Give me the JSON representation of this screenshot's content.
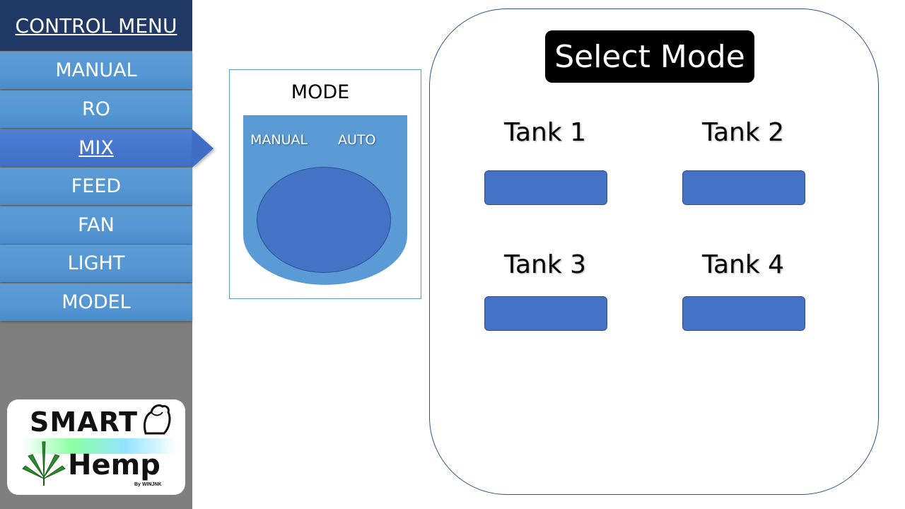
{
  "sidebar": {
    "header": "CONTROL MENU",
    "items": [
      {
        "label": "MANUAL"
      },
      {
        "label": "RO"
      },
      {
        "label": "MIX"
      },
      {
        "label": "FEED"
      },
      {
        "label": "FAN"
      },
      {
        "label": "LIGHT"
      },
      {
        "label": "MODEL"
      }
    ],
    "active_item": "MIX"
  },
  "logo": {
    "line1": "SMART",
    "line2": "Hemp",
    "byline": "By WINJNK"
  },
  "mode_panel": {
    "title": "MODE",
    "options": {
      "manual": "MANUAL",
      "auto": "AUTO"
    }
  },
  "tanks_panel": {
    "title": "Select Mode",
    "tanks": [
      {
        "label": "Tank 1"
      },
      {
        "label": "Tank 2"
      },
      {
        "label": "Tank 3"
      },
      {
        "label": "Tank 4"
      }
    ]
  },
  "colors": {
    "menu_header": "#203864",
    "menu_item": "#5b9bd5",
    "menu_active": "#3f6fc4",
    "button_blue": "#4472c4",
    "sidebar_bg": "#7f7f7f"
  }
}
